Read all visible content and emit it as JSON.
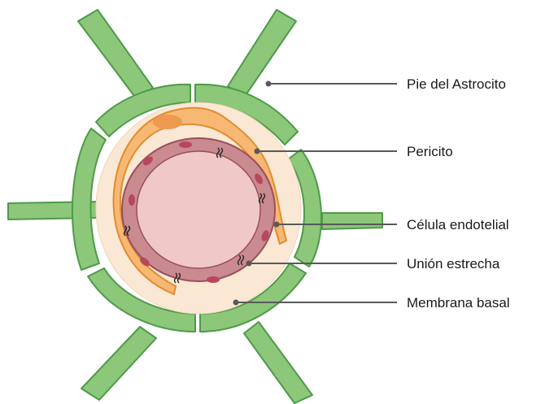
{
  "labels": {
    "astrocyte_foot": "Pie del Astrocito",
    "pericyte": "Pericito",
    "endothelial_cell": "Célula endotelial",
    "tight_junction": "Unión estrecha",
    "basement_membrane": "Membrana basal"
  },
  "colors": {
    "astrocyte_fill": "#8cc77a",
    "astrocyte_edge": "#4e9a4a",
    "basal_fill": "#fae8d4",
    "pericyte_fill": "#f7b873",
    "pericyte_edge": "#e08c30",
    "pericyte_nucleus": "#ec9a4f",
    "endothelium_fill": "#c98a90",
    "endothelium_edge": "#9a4e5a",
    "endothelium_nucleus": "#b9475a",
    "lumen_fill": "#f0c8c6",
    "leader_line": "#595959"
  }
}
